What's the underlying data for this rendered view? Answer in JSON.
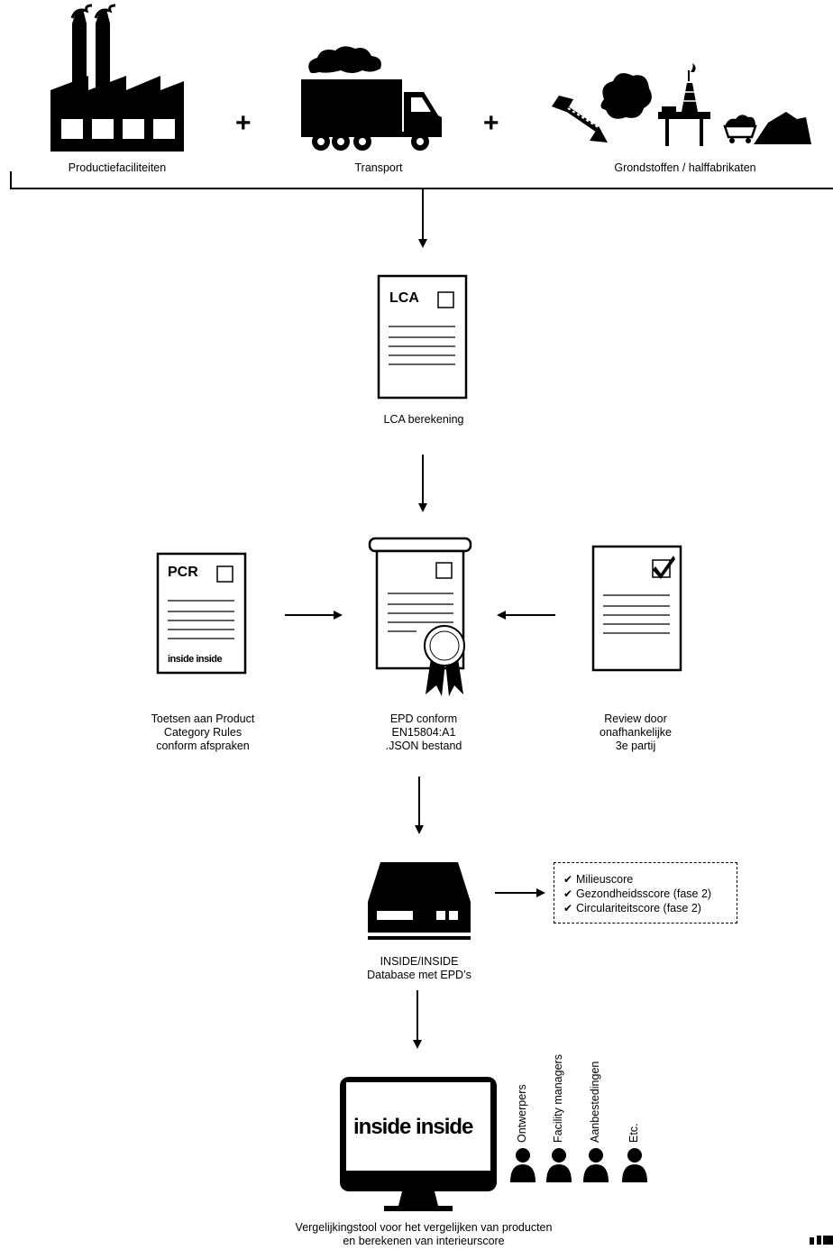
{
  "inputs": {
    "production_label": "Productiefaciliteiten",
    "transport_label": "Transport",
    "materials_label": "Grondstoffen / halffabrikaten",
    "plus_sign": "+"
  },
  "lca": {
    "doc_title": "LCA",
    "label": "LCA berekening"
  },
  "pcr": {
    "doc_title": "PCR",
    "brand": "inside inside",
    "label_lines": [
      "Toetsen aan Product",
      "Category Rules",
      "conform afspraken"
    ]
  },
  "epd": {
    "label_lines": [
      "EPD conform",
      "EN15804:A1",
      ".JSON bestand"
    ]
  },
  "review": {
    "label_lines": [
      "Review door",
      "onafhankelijke",
      "3e partij"
    ]
  },
  "database": {
    "label_lines": [
      "INSIDE/INSIDE",
      "Database met EPD’s"
    ]
  },
  "scores": {
    "items": [
      "Milieuscore",
      "Gezondheidsscore (fase 2)",
      "Circulariteitscore (fase 2)"
    ]
  },
  "tool": {
    "screen_brand": "inside inside",
    "users": [
      "Ontwerpers",
      "Facility managers",
      "Aanbestedingen",
      "Etc."
    ],
    "label_lines": [
      "Vergelijkingstool voor het vergelijken van producten",
      "en berekenen van interieurscore"
    ]
  },
  "colors": {
    "ink": "#000000",
    "paper": "#ffffff"
  }
}
